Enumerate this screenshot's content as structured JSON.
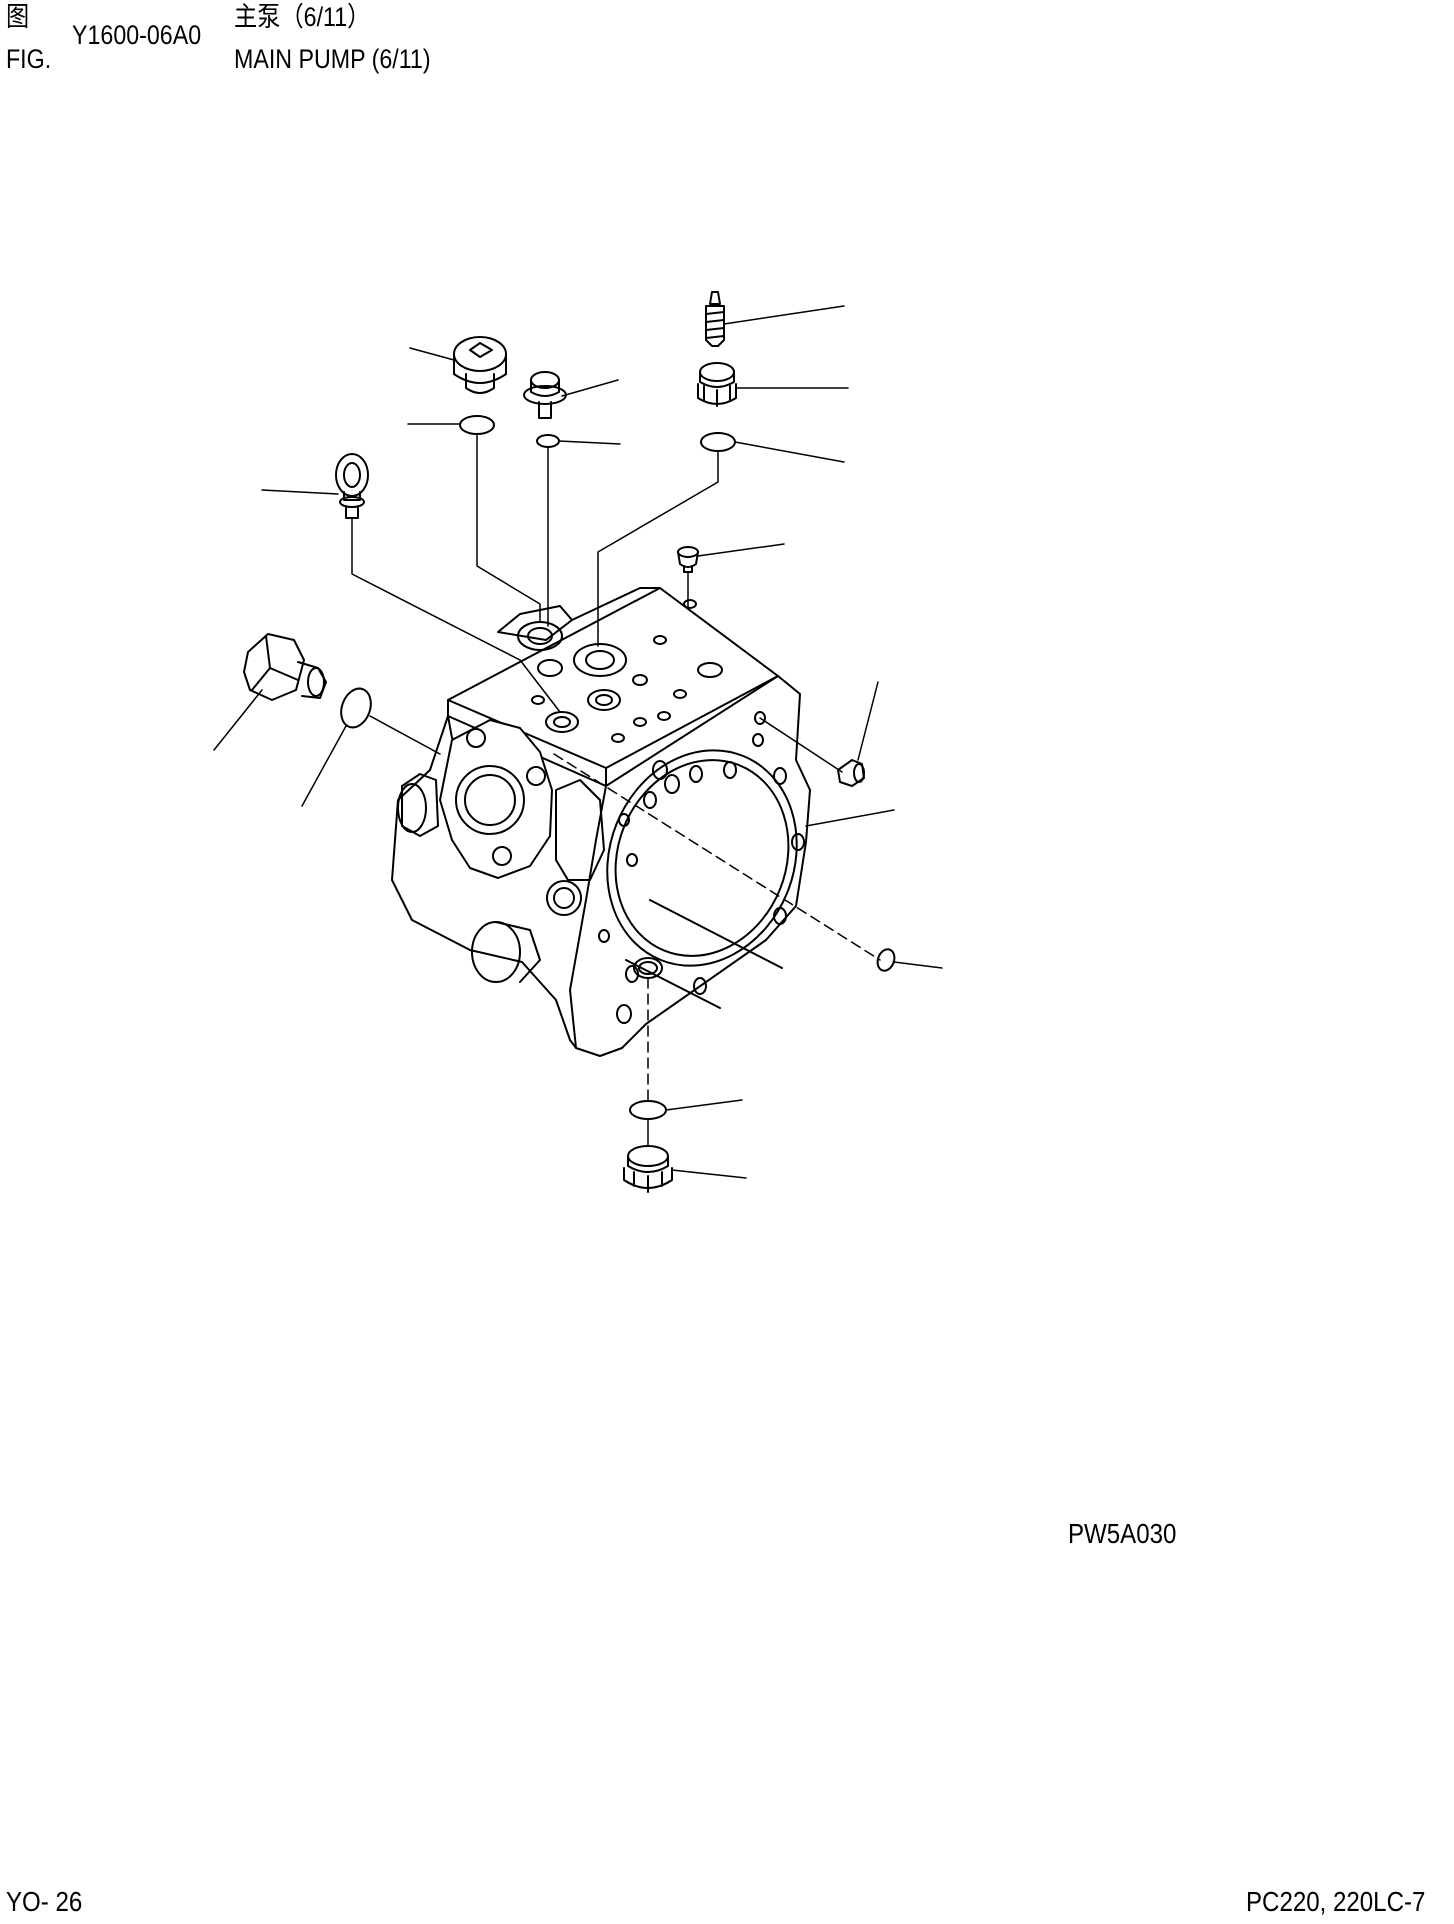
{
  "header": {
    "fig_cn": "图",
    "fig_en": "FIG.",
    "code": "Y1600-06A0",
    "title_cn": "主泵（6/11）",
    "title_en": "MAIN PUMP (6/11)"
  },
  "drawing": {
    "reference": "PW5A030"
  },
  "footer": {
    "page": "YO- 26",
    "model": "PC220, 220LC-7"
  }
}
